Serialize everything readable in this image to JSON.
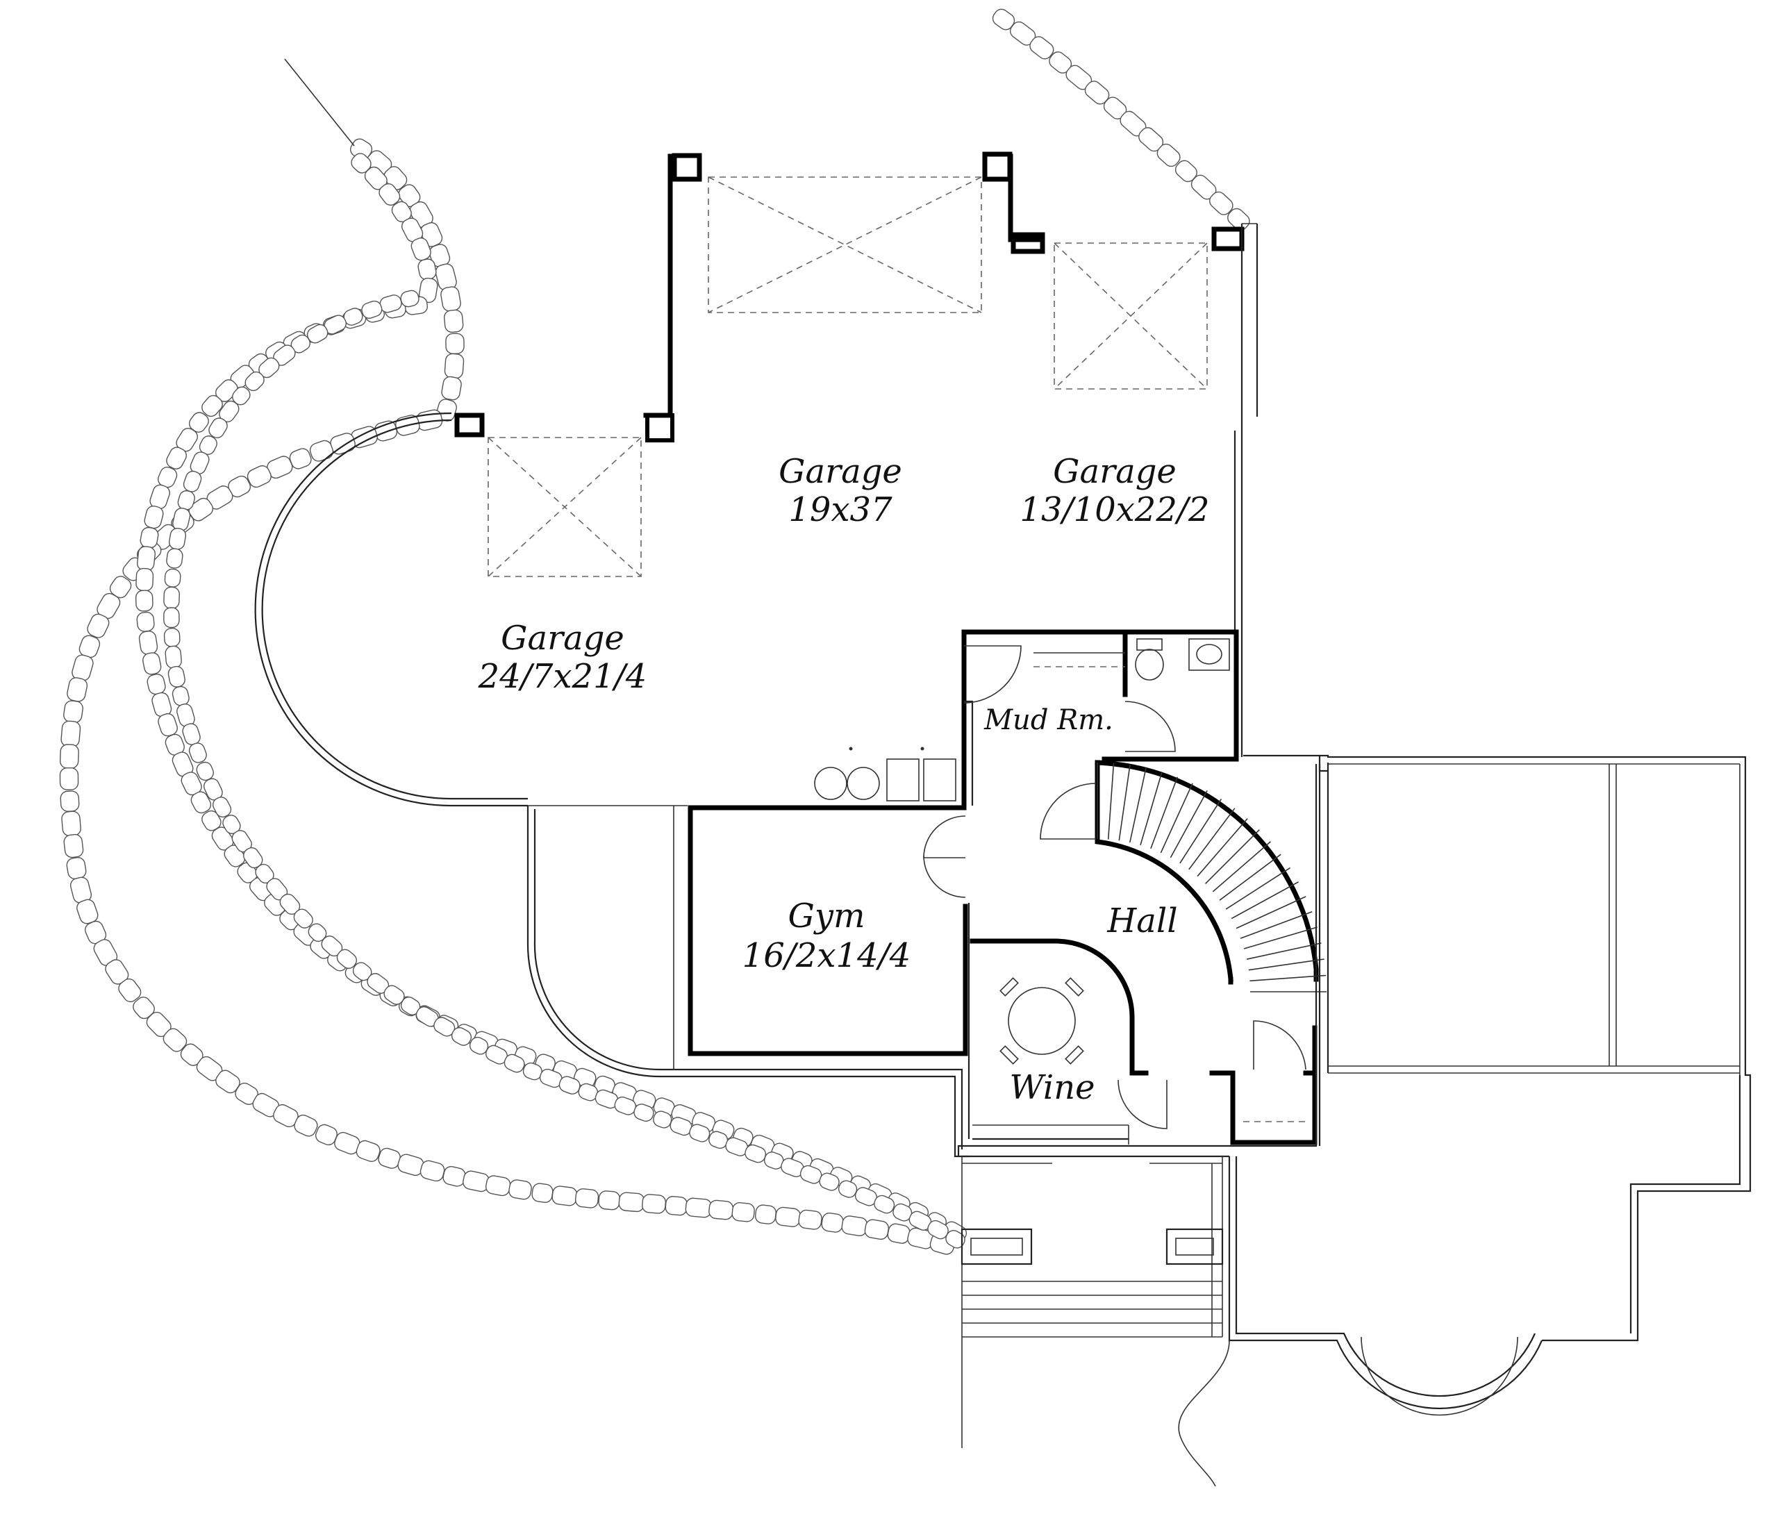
{
  "rooms": [
    {
      "id": "garage-left",
      "name": "Garage",
      "size": "24/7x21/4"
    },
    {
      "id": "garage-center",
      "name": "Garage",
      "size": "19x37"
    },
    {
      "id": "garage-right",
      "name": "Garage",
      "size": "13/10x22/2"
    },
    {
      "id": "mud-room",
      "name": "Mud Rm.",
      "size": ""
    },
    {
      "id": "hall",
      "name": "Hall",
      "size": ""
    },
    {
      "id": "gym",
      "name": "Gym",
      "size": "16/2x14/4"
    },
    {
      "id": "wine",
      "name": "Wine",
      "size": ""
    }
  ]
}
